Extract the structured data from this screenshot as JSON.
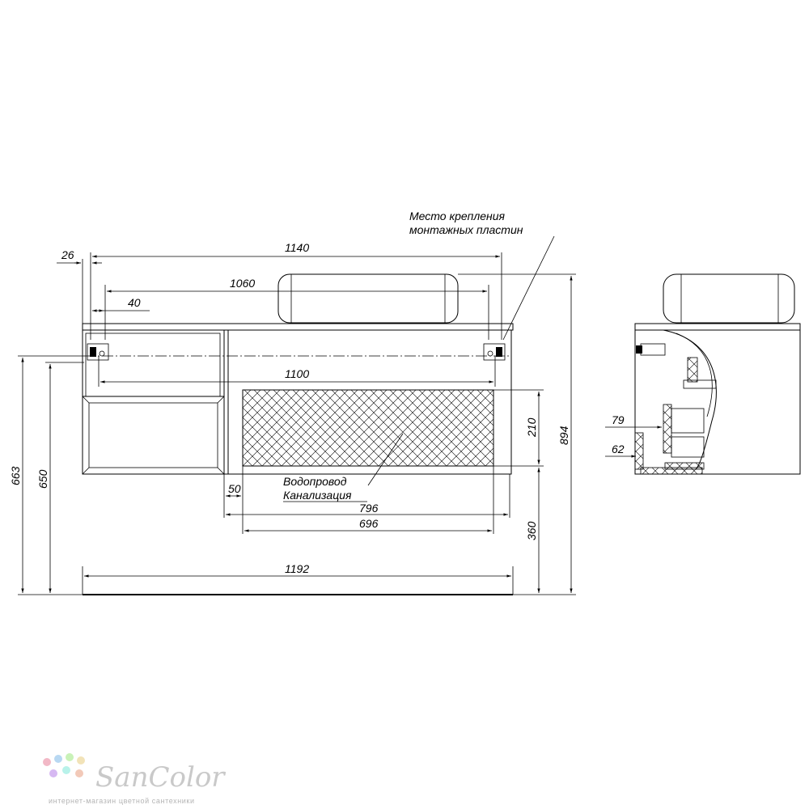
{
  "dimensions": {
    "d_1140": "1140",
    "d_1060": "1060",
    "d_40": "40",
    "d_26": "26",
    "d_1100": "1100",
    "d_210": "210",
    "d_894": "894",
    "d_663": "663",
    "d_650": "650",
    "d_50": "50",
    "d_796": "796",
    "d_696": "696",
    "d_360": "360",
    "d_1192": "1192",
    "d_79": "79",
    "d_62": "62"
  },
  "notes": {
    "mounting_line1": "Место крепления",
    "mounting_line2": "монтажных пластин",
    "water": "Водопровод",
    "sewer": "Канализация"
  },
  "logo": {
    "brand": "SanColor",
    "tagline": "интернет-магазин цветной сантехники",
    "dot_colors": [
      "#f2b8c6",
      "#b8d8f2",
      "#c9f2b8",
      "#f2e3b8",
      "#d6b8f2",
      "#b8f2ea",
      "#f2c9b8"
    ]
  }
}
